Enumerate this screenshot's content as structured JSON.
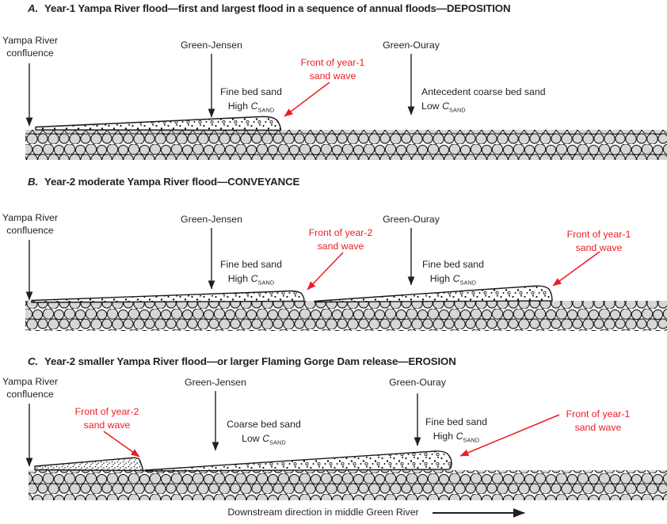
{
  "figure": {
    "footer_label": "Downstream direction in middle Green River"
  },
  "colors": {
    "accent_red": "#ED1C24",
    "ink": "#231f20",
    "cobble_fill": "#d6d6d6"
  },
  "panel_a": {
    "letter": "A.",
    "title": "Year-1 Yampa River flood—first and largest flood in a sequence of annual floods—DEPOSITION",
    "yampa": {
      "line1": "Yampa River",
      "line2": "confluence"
    },
    "green_jensen": "Green-Jensen",
    "green_ouray": "Green-Ouray",
    "front_year1": {
      "line1": "Front of year-1",
      "line2": "sand wave"
    },
    "fine_sand": {
      "line1": "Fine bed sand",
      "prefix": "High",
      "symbol": "C",
      "sub": "SAND"
    },
    "antecedent": {
      "line1": "Antecedent coarse bed sand",
      "prefix": "Low",
      "symbol": "C",
      "sub": "SAND"
    }
  },
  "panel_b": {
    "letter": "B.",
    "title": "Year-2 moderate Yampa River flood—CONVEYANCE",
    "yampa": {
      "line1": "Yampa River",
      "line2": "confluence"
    },
    "green_jensen": "Green-Jensen",
    "green_ouray": "Green-Ouray",
    "front_year2": {
      "line1": "Front of year-2",
      "line2": "sand wave"
    },
    "front_year1": {
      "line1": "Front of year-1",
      "line2": "sand wave"
    },
    "fine_sand_1": {
      "line1": "Fine bed sand",
      "prefix": "High",
      "symbol": "C",
      "sub": "SAND"
    },
    "fine_sand_2": {
      "line1": "Fine bed sand",
      "prefix": "High",
      "symbol": "C",
      "sub": "SAND"
    }
  },
  "panel_c": {
    "letter": "C.",
    "title": "Year-2 smaller Yampa River flood—or larger Flaming Gorge Dam release—EROSION",
    "yampa": {
      "line1": "Yampa River",
      "line2": "confluence"
    },
    "green_jensen": "Green-Jensen",
    "green_ouray": "Green-Ouray",
    "front_year2": {
      "line1": "Front of year-2",
      "line2": "sand wave"
    },
    "front_year1": {
      "line1": "Front of year-1",
      "line2": "sand wave"
    },
    "coarse_sand": {
      "line1": "Coarse bed sand",
      "prefix": "Low",
      "symbol": "C",
      "sub": "SAND"
    },
    "fine_sand": {
      "line1": "Fine bed sand",
      "prefix": "High",
      "symbol": "C",
      "sub": "SAND"
    }
  }
}
